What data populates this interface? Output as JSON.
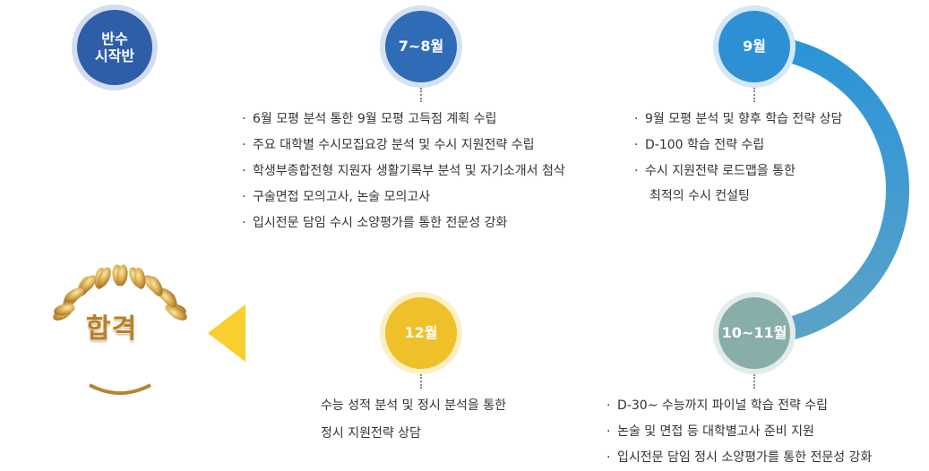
{
  "colors": {
    "track_start": "#2d57a8",
    "track_mid": "#2b94d7",
    "track_turn": "#4aa6d8",
    "bottom_right": "#8fb0a7",
    "bottom_left": "#f8cf2c",
    "node_start": "#2f5ea8",
    "node_78": "#2f6bb7",
    "node_9": "#2d90d4",
    "node_1011": "#88aeaa",
    "node_12": "#f0c02a",
    "gold": "#c8973b"
  },
  "nodes": {
    "start": "반수\n시작반",
    "m78": "7~8월",
    "m9": "9월",
    "m1011": "10~11월",
    "m12": "12월"
  },
  "goal": {
    "label": "합격",
    "icon": "laurel-wreath-icon"
  },
  "lists": {
    "m78": [
      "6월 모평 분석 통한 9월 모평 고득점 계획 수립",
      "주요 대학별 수시모집요강 분석 및 수시 지원전략 수립",
      "학생부종합전형 지원자 생활기록부 분석 및 자기소개서 첨삭",
      "구술면접 모의고사, 논술 모의고사",
      "입시전문 담임 수시 소양평가를 통한 전문성 강화"
    ],
    "m9": [
      "9월 모평 분석 및 향후 학습 전략 상담",
      "D-100 학습 전략 수립",
      "수시 지원전략 로드맵을 통한"
    ],
    "m9_continuation": "최적의 수시 컨설팅",
    "m1011": [
      "D-30~ 수능까지 파이널 학습 전략 수립",
      "논술 및 면접 등 대학별고사 준비 지원",
      "입시전문 담임 정시 소양평가를 통한 전문성 강화"
    ],
    "m12_text": "수능 성적 분석 및 정시 분석을 통한\n정시 지원전략 상담"
  },
  "bullet": "·"
}
